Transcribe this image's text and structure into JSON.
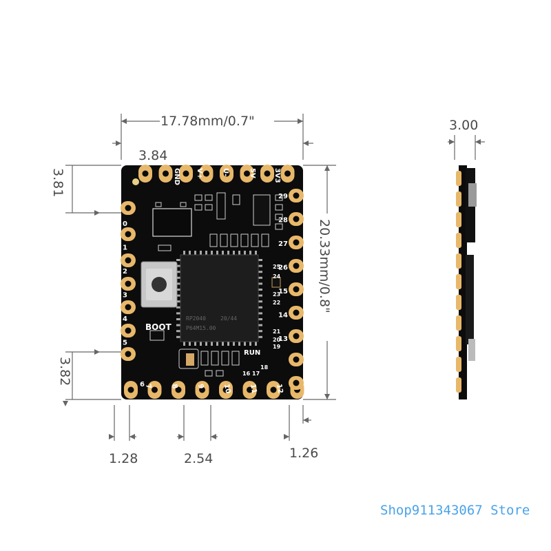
{
  "dimensions": {
    "width": "17.78mm/0.7\"",
    "height": "20.33mm/0.8\"",
    "thickness": "3.00",
    "top_offset": "3.84",
    "left_top": "3.81",
    "left_bottom": "3.82",
    "bottom_left": "1.28",
    "bottom_pitch": "2.54",
    "bottom_right": "1.26"
  },
  "top_pins": [
    "GND",
    "V+",
    "U-",
    "5V",
    "3V3"
  ],
  "left_pins": [
    "0",
    "1",
    "2",
    "3",
    "4",
    "5"
  ],
  "bottom_pins": [
    "7",
    "8",
    "9",
    "10",
    "11",
    "12"
  ],
  "right_pins": [
    "29",
    "28",
    "27",
    "26",
    "15",
    "14",
    "13"
  ],
  "board_labels": {
    "boot": "BOOT",
    "run": "RUN",
    "pin_6": "6",
    "inner_pins": [
      "25",
      "24",
      "23",
      "22",
      "21",
      "20",
      "19",
      "18",
      "17",
      "16"
    ],
    "chip_line1": "RP2040",
    "chip_line2": "20/44",
    "chip_line3": "P64M15.00"
  },
  "watermark": "Shop911343067 Store",
  "colors": {
    "board": "#0c0c0c",
    "pad": "#e8b86a",
    "dimension": "#4a4a4a"
  }
}
